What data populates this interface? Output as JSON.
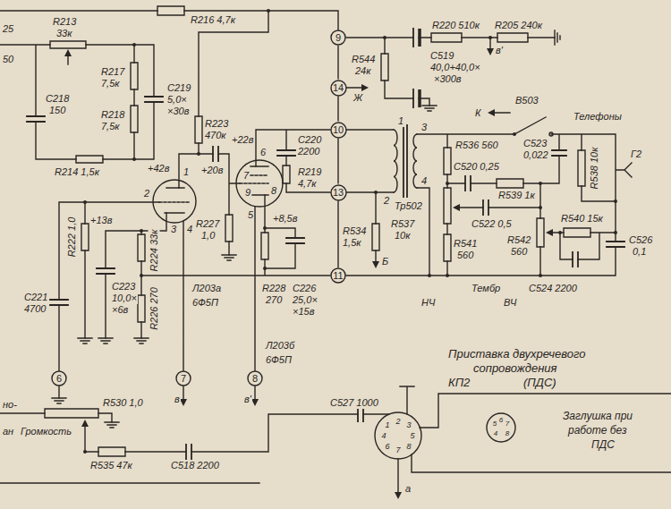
{
  "diagram": {
    "nodes": [
      {
        "text": [
          "9"
        ]
      },
      {
        "text": [
          "14"
        ]
      },
      {
        "text": [
          "10"
        ]
      },
      {
        "text": [
          "13"
        ]
      },
      {
        "text": [
          "11"
        ]
      },
      {
        "text": [
          "6"
        ]
      },
      {
        "text": [
          "7"
        ]
      },
      {
        "text": [
          "8"
        ]
      }
    ],
    "edges": [
      {
        "from": 0,
        "to": 1,
        "arrow": "none"
      },
      {
        "from": 1,
        "to": 2,
        "arrow": "none"
      },
      {
        "from": 2,
        "to": 3,
        "arrow": "none"
      },
      {
        "from": 3,
        "to": 4,
        "arrow": "none"
      }
    ],
    "labels": [
      "25",
      "50",
      "R213",
      "33к",
      "R216 4,7к",
      "R217",
      "7,5к",
      "C218",
      "150",
      "C219",
      "5,0×",
      "×30в",
      "R218",
      "7,5к",
      "R214 1,5к",
      "R223",
      "470к",
      "+42в",
      "1",
      "+20в",
      "2",
      "3",
      "4",
      "+13в",
      "R222 1,0",
      "R224 33к",
      "R227",
      "1,0",
      "C221",
      "4700",
      "C223",
      "10,0×",
      "×6в",
      "R226 270",
      "Л203а",
      "6Ф5П",
      "+22в",
      "6",
      "7",
      "9",
      "8",
      "5",
      "C220",
      "2200",
      "R219",
      "4,7к",
      "+8,5в",
      "R228",
      "270",
      "C226",
      "25,0×",
      "×15в",
      "Л203б",
      "6Ф5П",
      "R544",
      "24к",
      "Ж",
      "R220 510к",
      "R205 240к",
      "C519",
      "40,0+40,0×",
      "×300в",
      "в'",
      "В503",
      "К",
      "Телефоны",
      "1",
      "3",
      "Тр502",
      "2",
      "4",
      "R536 560",
      "C523",
      "0,022",
      "C520 0,25",
      "R539 1к",
      "C522 0,5",
      "R538 10к",
      "Г2",
      "R534",
      "1,5к",
      "R537",
      "10к",
      "Б",
      "R541",
      "560",
      "R542",
      "560",
      "R540 15к",
      "C526",
      "0,1",
      "Тембр",
      "НЧ",
      "ВЧ",
      "C524 2200",
      "Приставка двухречевого",
      "сопровождения",
      "КП2",
      "(ПДС)",
      "в",
      "в'",
      "C527 1000",
      "1",
      "2",
      "3",
      "4",
      "5",
      "6",
      "7",
      "8",
      "4",
      "5",
      "6",
      "7",
      "8",
      "Заглушка при",
      "работе без",
      "ПДС",
      "но-",
      "R530 1,0",
      "ан",
      "Громкость",
      "R535 47к",
      "C518 2200",
      "а"
    ]
  }
}
